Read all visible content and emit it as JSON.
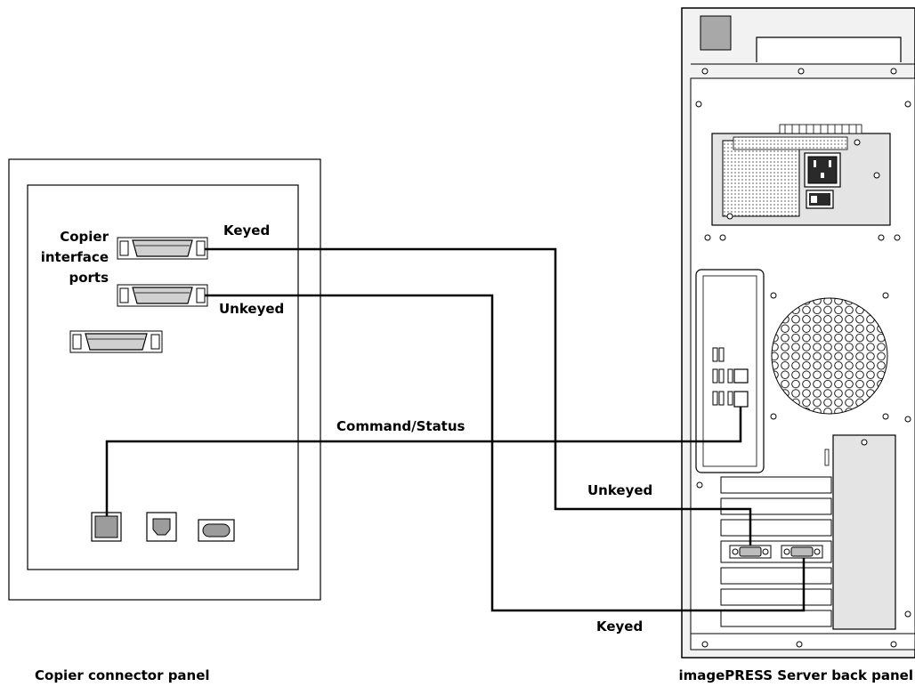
{
  "labels": {
    "copier_interface_ports": [
      "Copier",
      "interface",
      "ports"
    ],
    "keyed_left": "Keyed",
    "unkeyed_left": "Unkeyed",
    "command_status": "Command/Status",
    "unkeyed_right": "Unkeyed",
    "keyed_bottom": "Keyed"
  },
  "captions": {
    "left": "Copier connector panel",
    "right": "imagePRESS Server back panel"
  },
  "colors": {
    "line": "#000000",
    "panel_fill": "#ffffff",
    "server_fill": "#f2f2f2",
    "bay_fill": "#e4e4e4",
    "port_fill": "#bdbdbd"
  }
}
